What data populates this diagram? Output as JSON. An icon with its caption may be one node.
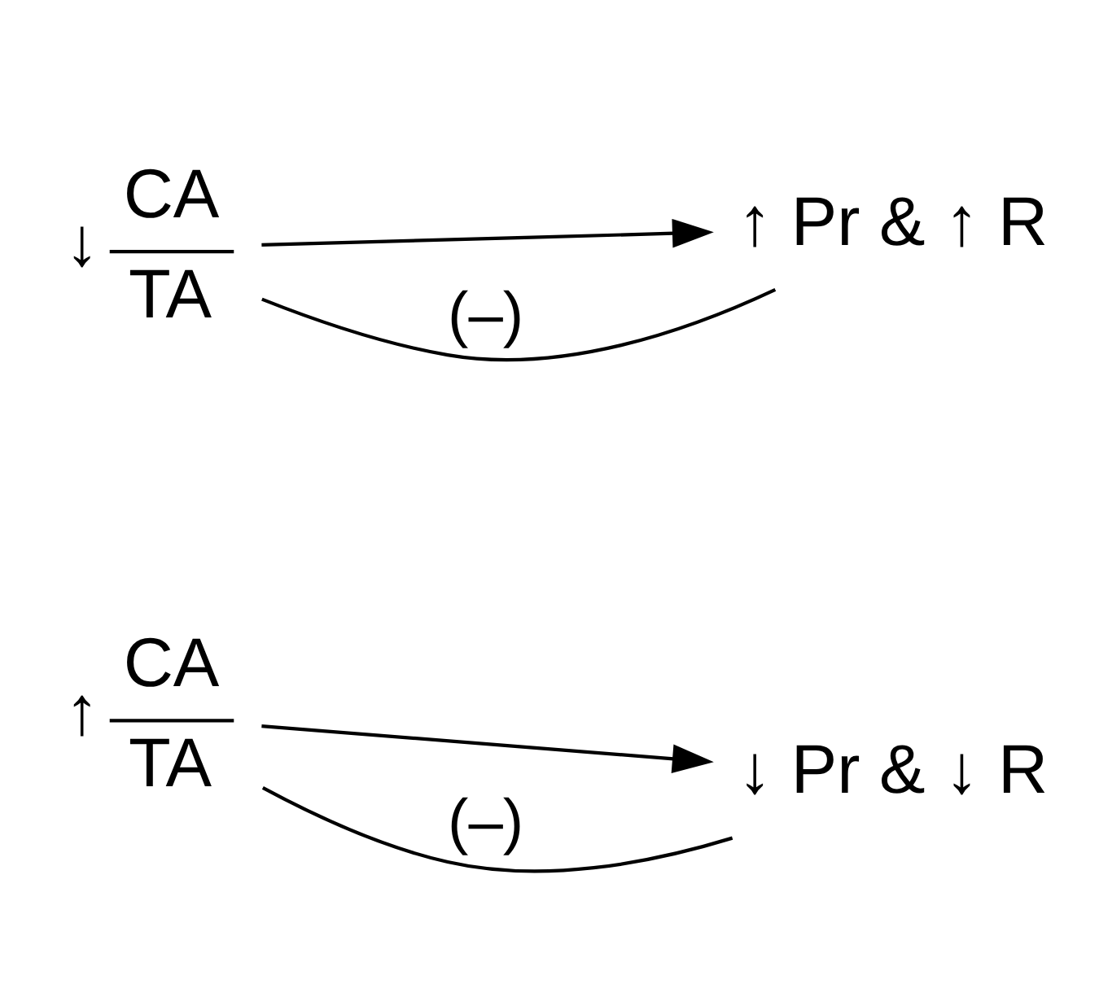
{
  "diagram": {
    "nodes": [
      {
        "text": [
          "↑",
          "CA",
          "TA"
        ]
      },
      {
        "text": [
          "↓ Pr & ↓ R"
        ]
      },
      {
        "text": [
          "↓",
          "CA",
          "TA"
        ]
      },
      {
        "text": [
          "↑ Pr & ↑ R"
        ]
      }
    ],
    "edges": [
      {
        "from": 0,
        "to": 1,
        "arrow": "to"
      },
      {
        "from": 0,
        "to": 1,
        "arrow": "none",
        "label": "(–)"
      },
      {
        "from": 2,
        "to": 3,
        "arrow": "to"
      },
      {
        "from": 2,
        "to": 3,
        "arrow": "none",
        "label": "(–)"
      }
    ]
  }
}
